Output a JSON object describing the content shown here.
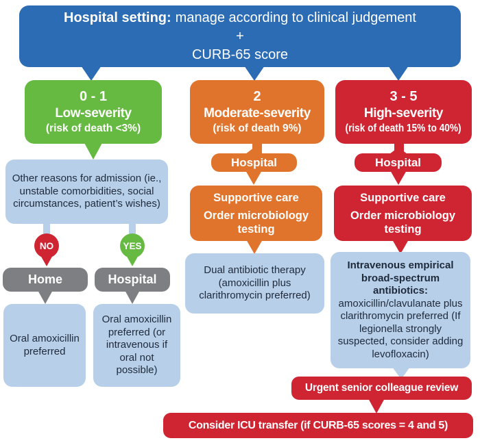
{
  "colors": {
    "header_blue": "#2b6cb4",
    "low_green": "#66ba41",
    "moderate_orange": "#e0742c",
    "high_red": "#cf2432",
    "info_lightblue": "#b7cfe9",
    "destination_gray": "#7d7f82",
    "info_text_navy": "#1e2a3a",
    "white": "#ffffff"
  },
  "header": {
    "bold": "Hospital setting:",
    "text": "manage according to clinical judgement",
    "plus": "+",
    "score_line": "CURB-65 score"
  },
  "low": {
    "score": "0 - 1",
    "severity": "Low-severity",
    "risk": "(risk of death <3%)",
    "question": "Other reasons for admission (ie., unstable comorbidities, social circumstances, patient’s wishes)",
    "no": "NO",
    "yes": "YES",
    "home": "Home",
    "hospital": "Hospital",
    "home_plan": "Oral amoxicillin preferred",
    "hospital_plan": "Oral amoxicillin preferred (or intravenous if oral not possible)"
  },
  "moderate": {
    "score": "2",
    "severity": "Moderate-severity",
    "risk": "(risk of death 9%)",
    "hospital": "Hospital",
    "care_line1": "Supportive care",
    "care_line2": "Order microbiology testing",
    "plan": "Dual antibiotic therapy (amoxicillin plus clarithromycin preferred)"
  },
  "high": {
    "score": "3 - 5",
    "severity": "High-severity",
    "risk": "(risk of death 15% to 40%)",
    "hospital": "Hospital",
    "care_line1": "Supportive care",
    "care_line2": "Order microbiology testing",
    "plan_bold": "Intravenous empirical broad-spectrum antibiotics:",
    "plan_rest": "amoxicillin/clavulanate plus clarithromycin preferred (If legionella strongly suspected, consider adding levofloxacin)",
    "urgent": "Urgent senior colleague review",
    "icu": "Consider ICU transfer  (if CURB-65 scores = 4 and 5)"
  }
}
